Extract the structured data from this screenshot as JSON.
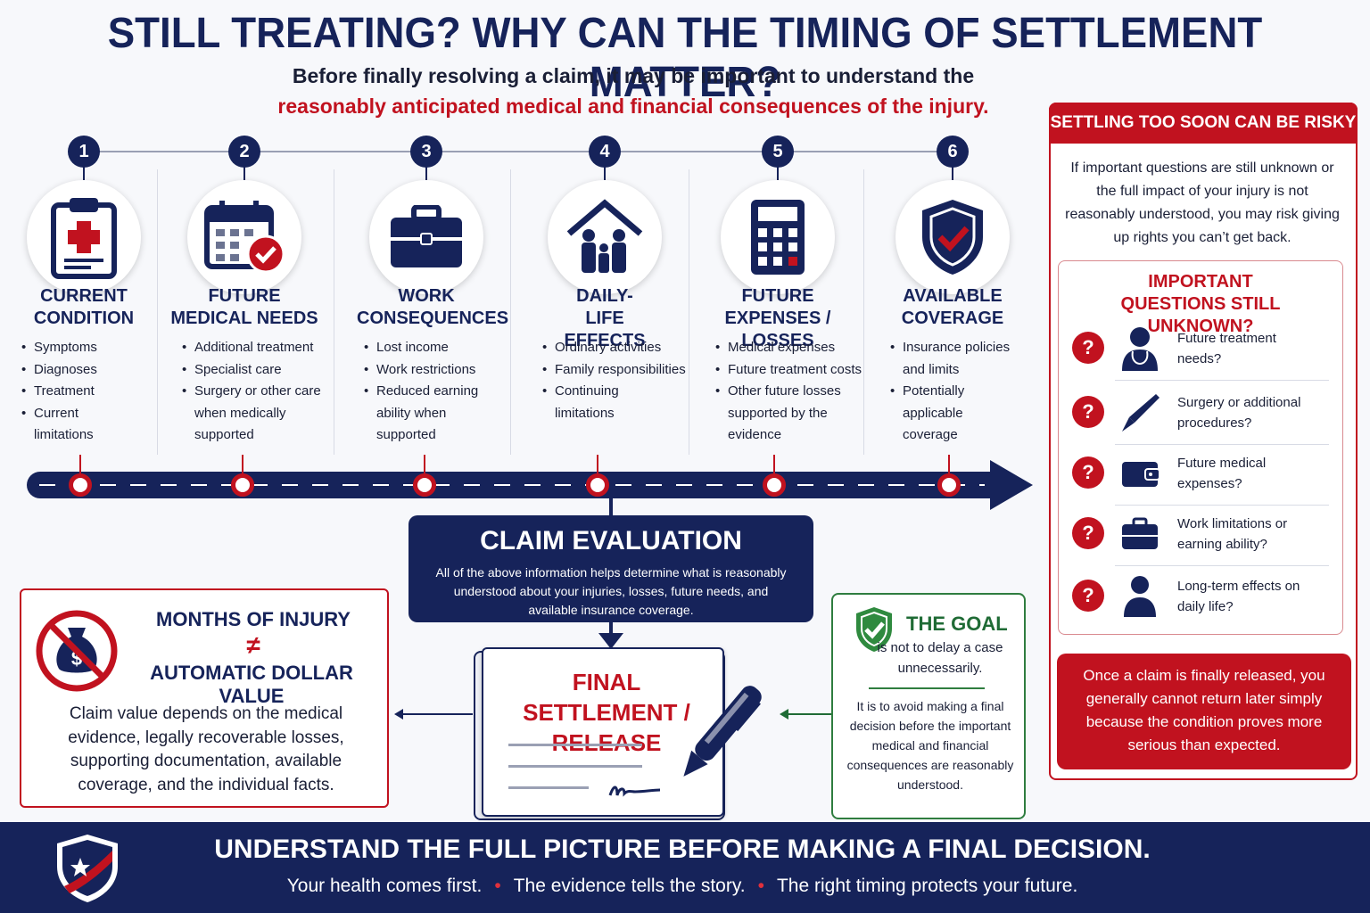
{
  "title": "STILL TREATING? WHY CAN THE TIMING OF SETTLEMENT MATTER?",
  "subtitle_line1": "Before finally resolving a claim, it may be important to understand the",
  "subtitle_line2": "reasonably anticipated medical and financial consequences of the injury.",
  "steps": [
    {
      "number": "1",
      "title": "CURRENT CONDITION",
      "icon": "clipboard-medical-icon",
      "items": [
        "Symptoms",
        "Diagnoses",
        "Treatment",
        "Current limitations"
      ]
    },
    {
      "number": "2",
      "title": "FUTURE MEDICAL NEEDS",
      "icon": "calendar-check-icon",
      "items": [
        "Additional treatment",
        "Specialist care",
        "Surgery or other care when medically supported"
      ]
    },
    {
      "number": "3",
      "title": "WORK CONSEQUENCES",
      "icon": "briefcase-icon",
      "items": [
        "Lost income",
        "Work restrictions",
        "Reduced earning ability when supported"
      ]
    },
    {
      "number": "4",
      "title": "DAILY-LIFE EFFECTS",
      "icon": "family-home-icon",
      "items": [
        "Ordinary activities",
        "Family responsibilities",
        "Continuing limitations"
      ]
    },
    {
      "number": "5",
      "title": "FUTURE EXPENSES / LOSSES",
      "icon": "calculator-icon",
      "items": [
        "Medical expenses",
        "Future treatment costs",
        "Other future losses supported by the evidence"
      ]
    },
    {
      "number": "6",
      "title": "AVAILABLE COVERAGE",
      "icon": "shield-check-icon",
      "items": [
        "Insurance policies and limits",
        "Potentially applicable coverage"
      ]
    }
  ],
  "claim_evaluation": {
    "title": "CLAIM EVALUATION",
    "text": "All of the above information helps determine what is reasonably understood about your injuries, losses, future needs, and available insurance coverage."
  },
  "months_box": {
    "line1": "MONTHS OF INJURY",
    "neq": "≠",
    "line2": "AUTOMATIC DOLLAR VALUE",
    "text": "Claim value depends on the medical evidence, legally recoverable losses, supporting documentation, available coverage, and the individual facts."
  },
  "final_settlement": {
    "title": "FINAL SETTLEMENT / RELEASE"
  },
  "goal_box": {
    "title": "THE GOAL",
    "subtitle": "is not to delay a case unnecessarily.",
    "text": "It is to avoid making a final decision before the important medical and financial consequences are reasonably understood."
  },
  "risk_panel": {
    "header": "SETTLING TOO SOON CAN BE RISKY",
    "text": "If important questions are still unknown or the full impact of your injury is not reasonably understood, you may risk giving up rights you can’t get back.",
    "questions_title": "IMPORTANT QUESTIONS STILL UNKNOWN?",
    "questions": [
      {
        "icon": "doctor-icon",
        "text": "Future treatment needs?"
      },
      {
        "icon": "scalpel-icon",
        "text": "Surgery or additional procedures?"
      },
      {
        "icon": "wallet-icon",
        "text": "Future medical expenses?"
      },
      {
        "icon": "briefcase-icon",
        "text": "Work limitations or earning ability?"
      },
      {
        "icon": "person-icon",
        "text": "Long-term effects on daily life?"
      }
    ],
    "release_text": "Once a claim is finally released, you generally cannot return later simply because the condition proves more serious than expected."
  },
  "footer": {
    "title": "UNDERSTAND THE FULL PICTURE BEFORE MAKING A FINAL DECISION.",
    "taglines": [
      "Your health comes first.",
      "The evidence tells the story.",
      "The right timing protects your future."
    ],
    "separator": "•"
  },
  "colors": {
    "navy": "#16235a",
    "red": "#c1121f",
    "green": "#1f6b35"
  }
}
